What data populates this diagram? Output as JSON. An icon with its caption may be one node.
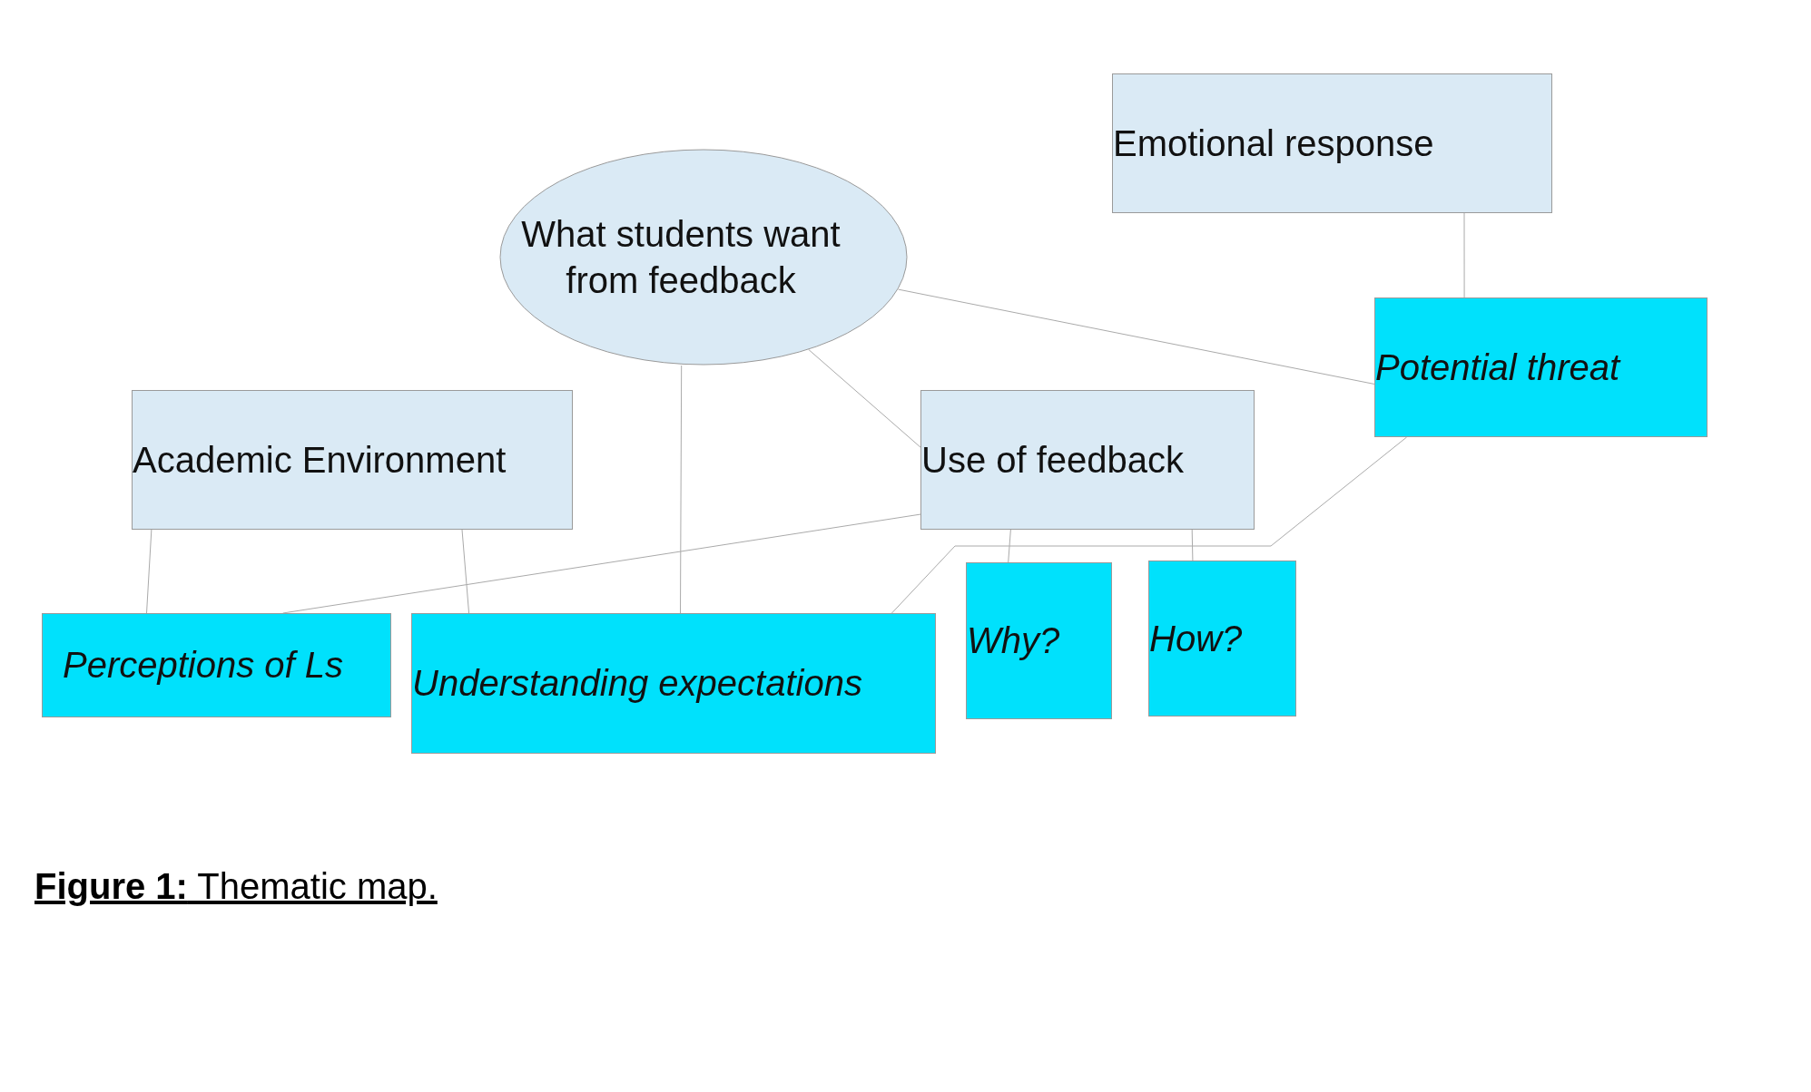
{
  "diagram": {
    "caption": "**Figure 1:** Thematic map.",
    "nodes": [
      {
        "text": [
          "Emotional response"
        ]
      },
      {
        "text": [
          "What students want from feedback"
        ]
      },
      {
        "text": [
          "Potential threat"
        ]
      },
      {
        "text": [
          "Academic Environment"
        ]
      },
      {
        "text": [
          "Use of feedback"
        ]
      },
      {
        "text": [
          "Perceptions of Ls"
        ]
      },
      {
        "text": [
          "Understanding expectations"
        ]
      },
      {
        "text": [
          "Why?"
        ]
      },
      {
        "text": [
          "How?"
        ]
      }
    ],
    "edges": [
      {
        "from": 0,
        "to": 2,
        "arrow": "none"
      },
      {
        "from": 1,
        "to": 2,
        "arrow": "none"
      },
      {
        "from": 1,
        "to": 4,
        "arrow": "none"
      },
      {
        "from": 1,
        "to": 6,
        "arrow": "none"
      },
      {
        "from": 3,
        "to": 5,
        "arrow": "none"
      },
      {
        "from": 3,
        "to": 6,
        "arrow": "none"
      },
      {
        "from": 4,
        "to": 5,
        "arrow": "none"
      },
      {
        "from": 4,
        "to": 7,
        "arrow": "none"
      },
      {
        "from": 4,
        "to": 8,
        "arrow": "none"
      },
      {
        "from": 2,
        "to": 6,
        "arrow": "none"
      }
    ]
  }
}
